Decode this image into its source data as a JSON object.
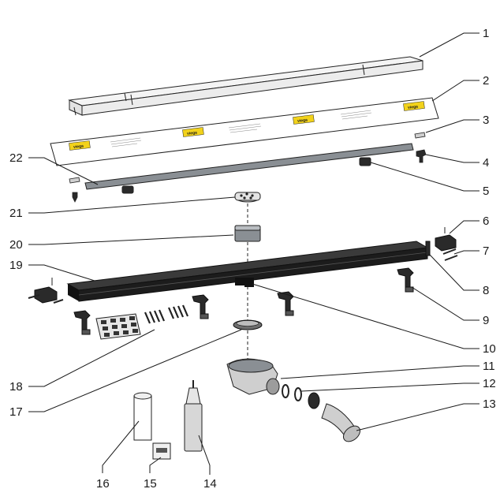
{
  "diagram": {
    "callouts": [
      "1",
      "2",
      "3",
      "4",
      "5",
      "6",
      "7",
      "8",
      "9",
      "10",
      "11",
      "12",
      "13",
      "14",
      "15",
      "16",
      "17",
      "18",
      "19",
      "20",
      "21",
      "22"
    ],
    "brand_logo_text": "viega",
    "colors": {
      "outline": "#222222",
      "frame_fill": "#f4f4f4",
      "channel_fill": "#1c1c1c",
      "grate_fill": "#8a8f94",
      "logo_yellow": "#f2d21b",
      "part_gray": "#cfcfcf",
      "dark_part": "#2a2a2a"
    }
  }
}
